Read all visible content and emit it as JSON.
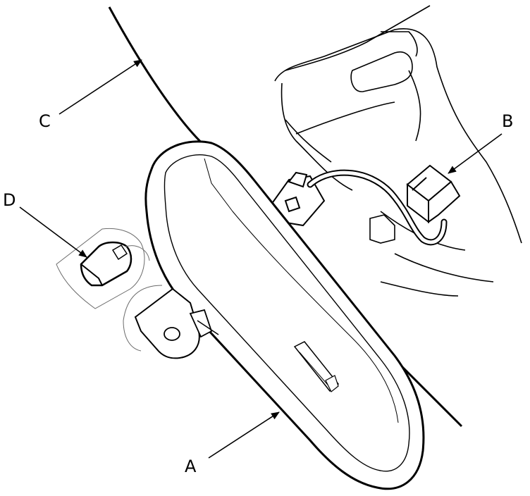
{
  "diagram": {
    "callouts": [
      {
        "id": "A",
        "label": "A"
      },
      {
        "id": "B",
        "label": "B"
      },
      {
        "id": "C",
        "label": "C"
      },
      {
        "id": "D",
        "label": "D"
      }
    ],
    "colors": {
      "line": "#000000",
      "thin_line": "#6b6b6b",
      "fill": "#ffffff"
    }
  }
}
